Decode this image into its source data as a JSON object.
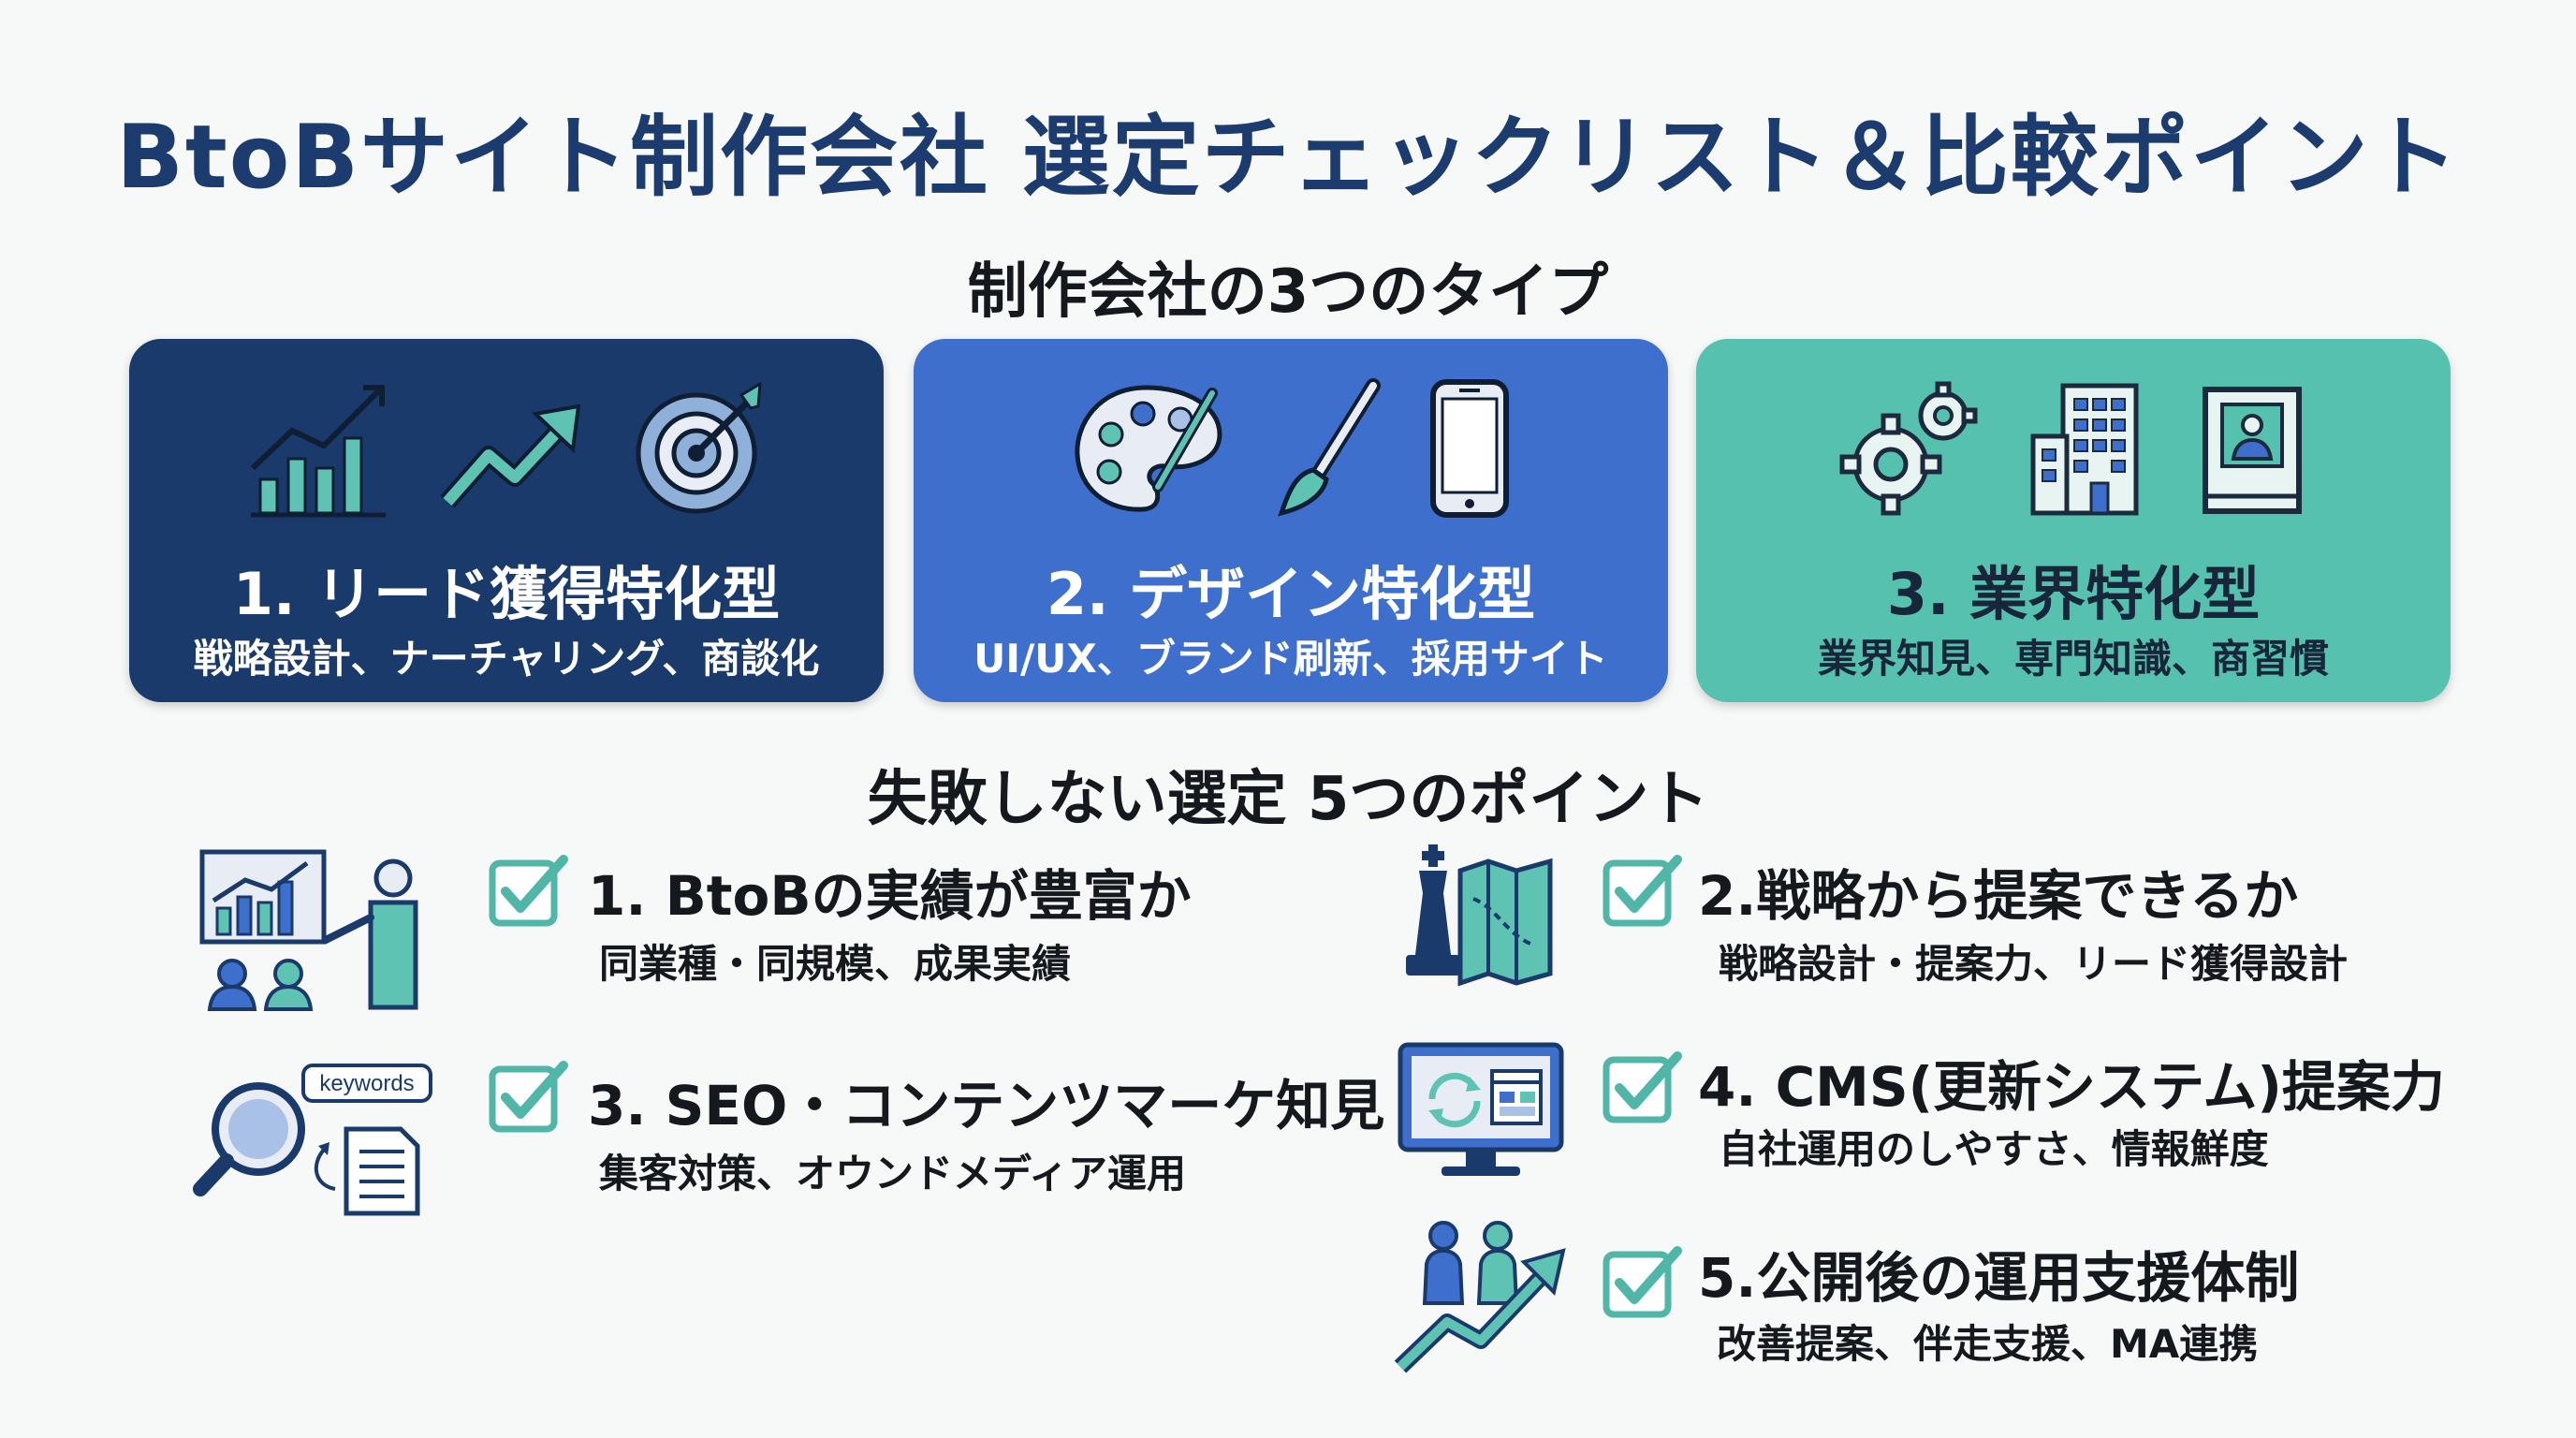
{
  "title": "BtoBサイト制作会社 選定チェックリスト＆比較ポイント",
  "types_heading": "制作会社の3つのタイプ",
  "types": [
    {
      "title": "1. リード獲得特化型",
      "subtitle": "戦略設計、ナーチャリング、商談化",
      "color": "#1a3a6c",
      "icons": [
        "bar-chart-icon",
        "trend-arrow-icon",
        "target-icon"
      ]
    },
    {
      "title": "2. デザイン特化型",
      "subtitle": "UI/UX、ブランド刷新、採用サイト",
      "color": "#3f6fcc",
      "icons": [
        "palette-icon",
        "paintbrush-icon",
        "smartphone-icon"
      ]
    },
    {
      "title": "3. 業界特化型",
      "subtitle": "業界知見、専門知識、商習慣",
      "color": "#57c1b0",
      "icons": [
        "gears-icon",
        "building-icon",
        "book-profile-icon"
      ]
    }
  ],
  "points_heading": "失敗しない選定 5つのポイント",
  "points": [
    {
      "title": "1. BtoBの実績が豊富か",
      "subtitle": "同業種・同規模、成果実績",
      "icon": "presentation-chart-icon"
    },
    {
      "title": "2.戦略から提案できるか",
      "subtitle": "戦略設計・提案力、リード獲得設計",
      "icon": "chess-map-icon"
    },
    {
      "title": "3. SEO・コンテンツマーケ知見",
      "subtitle": "集客対策、オウンドメディア運用",
      "icon": "keyword-search-icon",
      "icon_label": "keywords"
    },
    {
      "title": "4. CMS(更新システム)提案力",
      "subtitle": "自社運用のしやすさ、情報鮮度",
      "icon": "monitor-update-icon"
    },
    {
      "title": "5.公開後の運用支援体制",
      "subtitle": "改善提案、伴走支援、MA連携",
      "icon": "team-growth-icon"
    }
  ],
  "colors": {
    "navy": "#1a3a6c",
    "blue": "#3f6fcc",
    "teal": "#57c1b0",
    "check": "#4fb6a8",
    "title": "#1c3b6e"
  }
}
